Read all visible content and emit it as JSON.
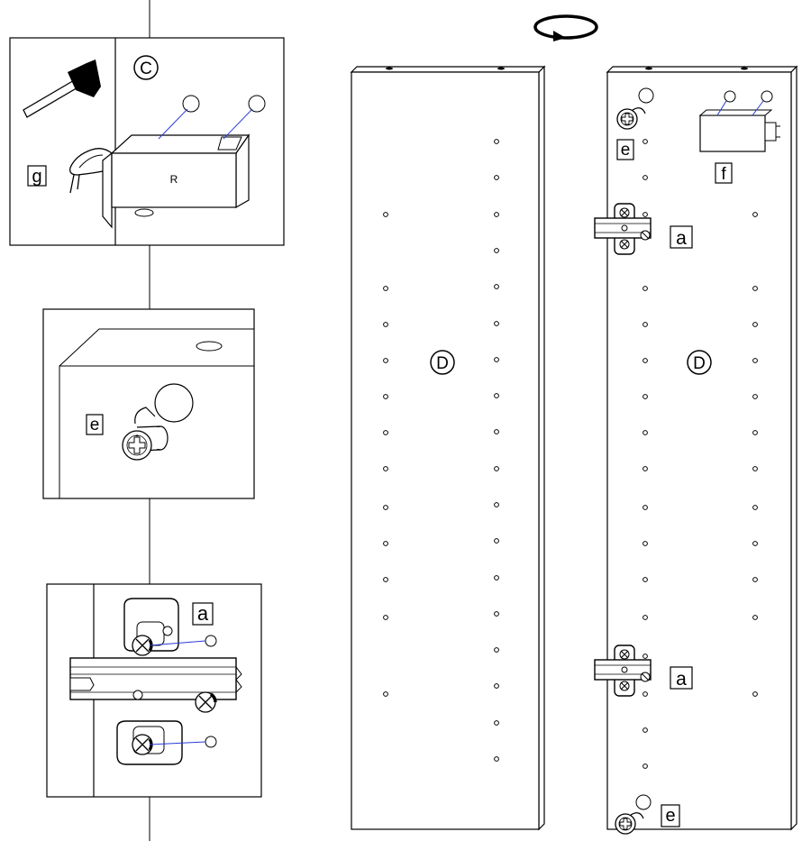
{
  "labels": {
    "C": "C",
    "R": "R",
    "g": "g",
    "e": "e",
    "a": "a",
    "f": "f",
    "D": "D"
  },
  "colors": {
    "line": "#000000",
    "callout": "#2b3bd6",
    "background": "#ffffff"
  },
  "icons": [
    "rotate-arrow-icon",
    "hammer-icon",
    "cam-lock-icon",
    "hinge-icon"
  ]
}
